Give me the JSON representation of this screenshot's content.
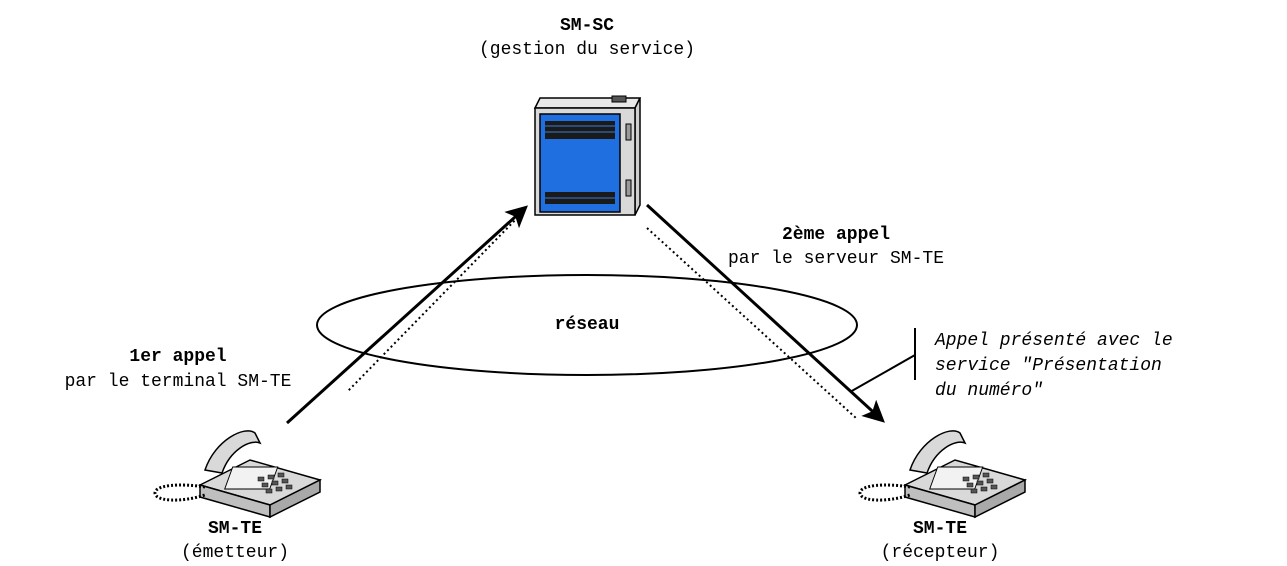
{
  "server": {
    "title": "SM-SC",
    "subtitle": "(gestion du service)"
  },
  "network": {
    "label": "réseau"
  },
  "call1": {
    "title": "1er appel",
    "subtitle": "par le terminal SM-TE"
  },
  "call2": {
    "title": "2ème appel",
    "subtitle": "par le serveur SM-TE"
  },
  "annotation": {
    "lines": [
      "Appel présenté avec le",
      "service \"Présentation",
      "du numéro\""
    ]
  },
  "sender": {
    "title": "SM-TE",
    "subtitle": "(émetteur)"
  },
  "receiver": {
    "title": "SM-TE",
    "subtitle": "(récepteur)"
  },
  "colors": {
    "server_body": "#1f6fe0",
    "server_side": "#d9d9d9",
    "phone": "#d9d9d9",
    "ink": "#000000"
  },
  "icons": [
    "server-icon",
    "telephone-icon"
  ]
}
